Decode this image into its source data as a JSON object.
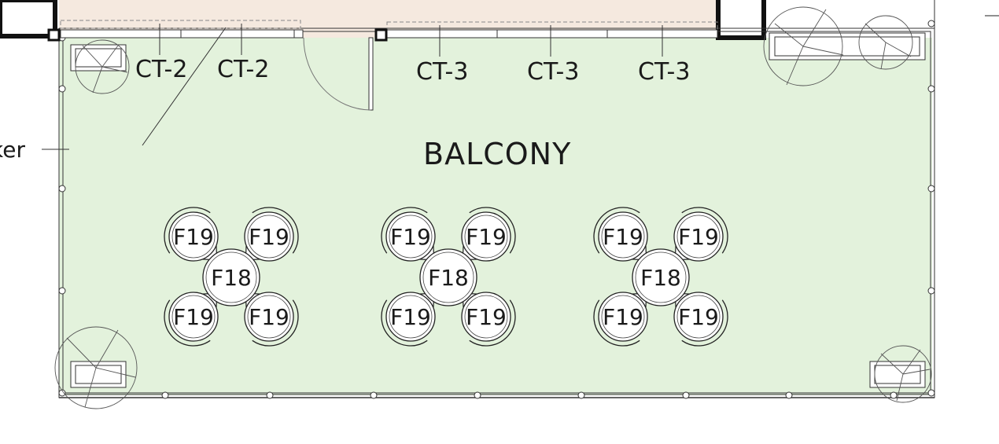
{
  "room": {
    "name": "BALCONY"
  },
  "cut_label": {
    "text": "ker"
  },
  "cabinet_tags": [
    {
      "id": "ct2-a",
      "text": "CT-2"
    },
    {
      "id": "ct2-b",
      "text": "CT-2"
    },
    {
      "id": "ct3-a",
      "text": "CT-3"
    },
    {
      "id": "ct3-b",
      "text": "CT-3"
    },
    {
      "id": "ct3-c",
      "text": "CT-3"
    }
  ],
  "furniture_groups": [
    {
      "table": "F18",
      "chairs": [
        "F19",
        "F19",
        "F19",
        "F19"
      ]
    },
    {
      "table": "F18",
      "chairs": [
        "F19",
        "F19",
        "F19",
        "F19"
      ]
    },
    {
      "table": "F18",
      "chairs": [
        "F19",
        "F19",
        "F19",
        "F19"
      ]
    }
  ],
  "colors": {
    "balcony_fill": "#e3f2dc",
    "interior_fill": "#f5e9df",
    "line": "#222222",
    "furniture_fill": "#ffffff"
  }
}
